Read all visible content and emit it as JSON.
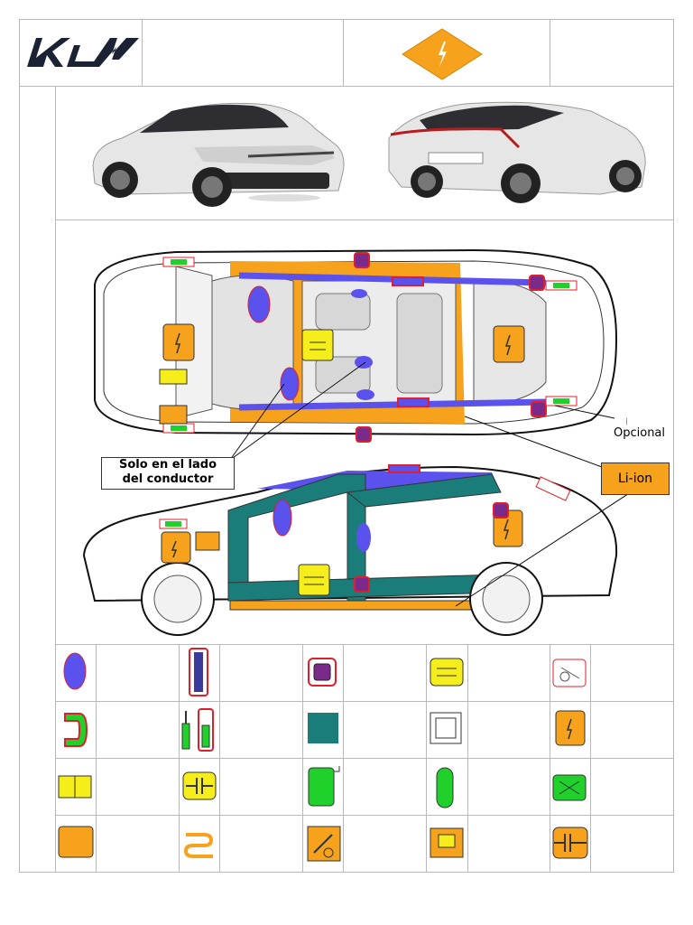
{
  "brand": {
    "logo_text": "KIA"
  },
  "hv_symbol": "high-voltage-icon",
  "callouts": {
    "driver_side_line1": "Solo en el lado",
    "driver_side_line2": "del conductor",
    "battery": "Li-ion",
    "optional": "Opcional"
  },
  "legend": {
    "rows": [
      [
        "airbag-icon",
        "curtain-airbag-icon",
        "seatbelt-pretensioner-icon",
        "gas-generator-icon",
        "airbag-control-unit-icon"
      ],
      [
        "seatbelt-icon",
        "gas-strut-icon",
        "reinforcement-icon",
        "cutting-zone-icon",
        "hv-battery-icon"
      ],
      [
        "hv-component-icon",
        "fuse-box-icon",
        "fuel-tank-icon",
        "gas-cylinder-icon",
        "ultracapacitor-icon"
      ],
      [
        "12v-battery-icon",
        "hv-cable-icon",
        "hv-disconnect-icon",
        "hv-connector-icon",
        "hv-service-plug-icon"
      ]
    ]
  },
  "colors": {
    "orange": "#f7a21c",
    "purple": "#7a2a8b",
    "teal": "#1a7d7a",
    "green": "#21d12b",
    "blue": "#5b52ee",
    "yellow": "#f5ee1b",
    "red": "#e11f2a"
  }
}
